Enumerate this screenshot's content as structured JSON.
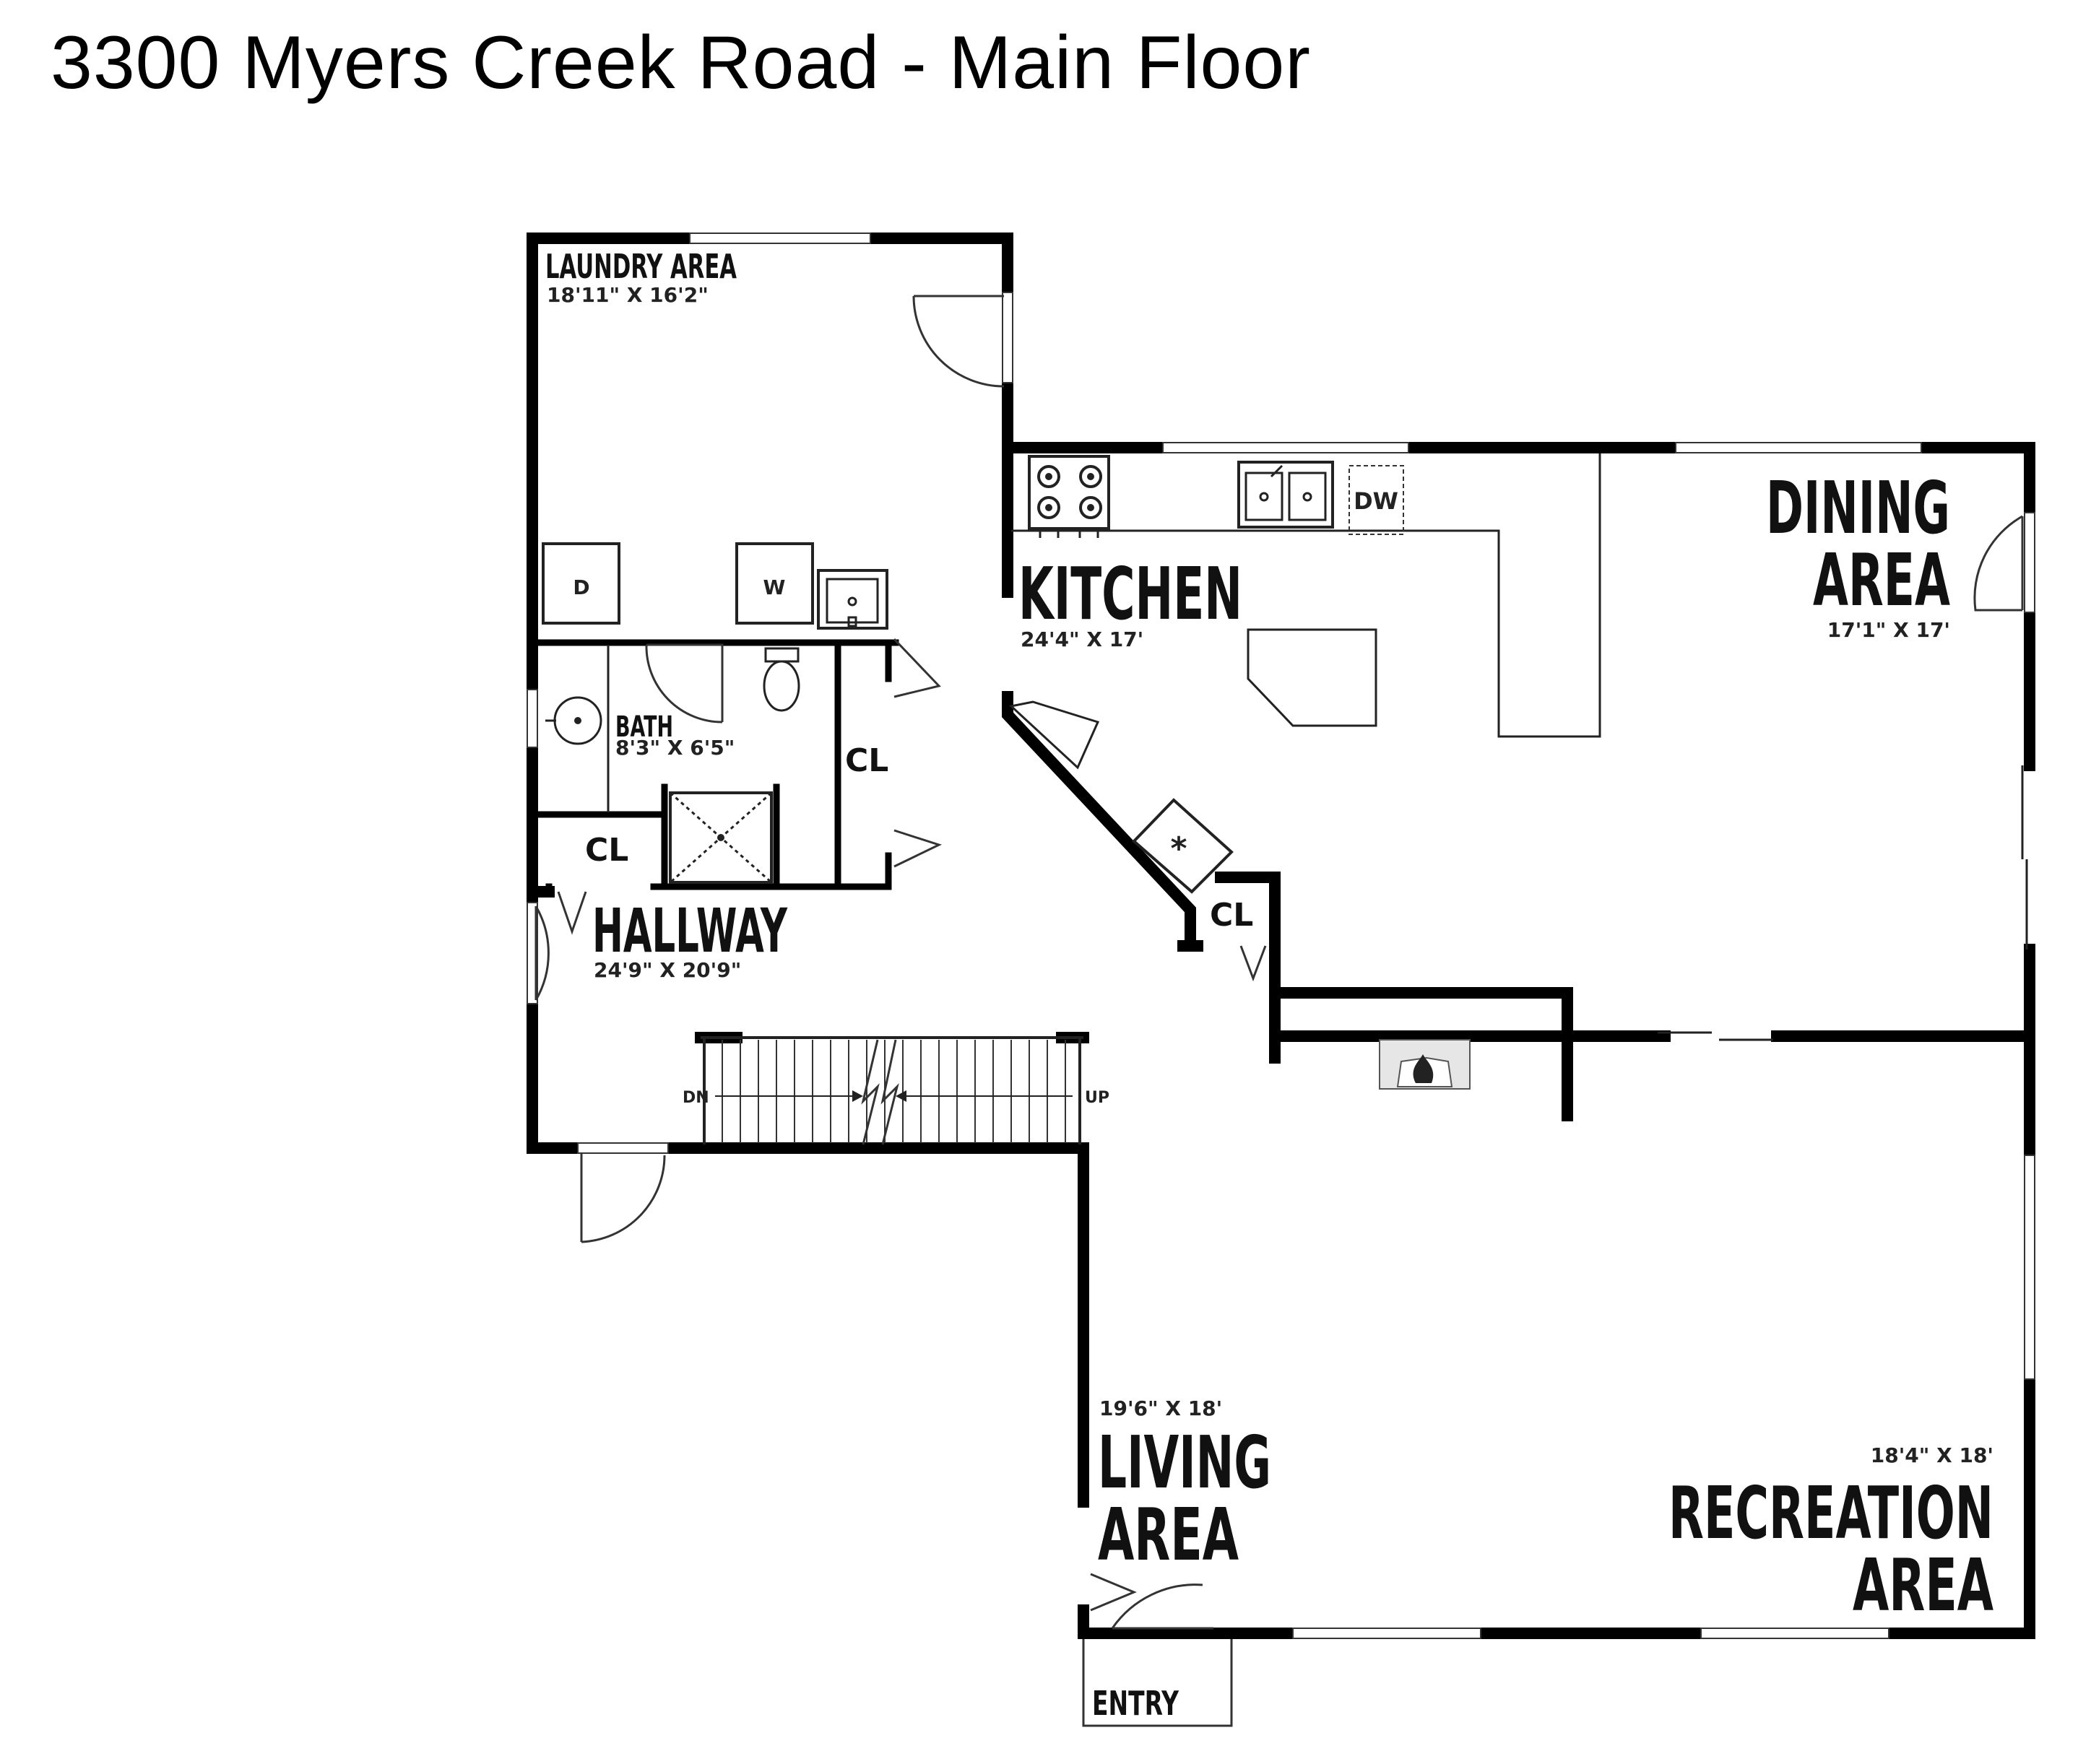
{
  "title": "3300 Myers Creek Road - Main Floor",
  "rooms": {
    "laundry": {
      "name": "LAUNDRY AREA",
      "size": "18'11\" X 16'2\""
    },
    "kitchen": {
      "name": "KITCHEN",
      "size": "24'4\" X 17'"
    },
    "dining": {
      "line1": "DINING",
      "line2": "AREA",
      "size": "17'1\" X 17'"
    },
    "bath": {
      "name": "BATH",
      "size": "8'3\" X 6'5\""
    },
    "hallway": {
      "name": "HALLWAY",
      "size": "24'9\" X 20'9\""
    },
    "living": {
      "line1": "LIVING",
      "line2": "AREA",
      "size": "19'6\" X 18'"
    },
    "recreation": {
      "line1": "RECREATION",
      "line2": "AREA",
      "size": "18'4\" X 18'"
    },
    "entry": {
      "name": "ENTRY"
    }
  },
  "closet_label": "CL",
  "fixtures": {
    "dryer": "D",
    "washer": "W",
    "dishwasher": "DW",
    "water_heater": "*",
    "stairs_down": "DN",
    "stairs_up": "UP"
  }
}
